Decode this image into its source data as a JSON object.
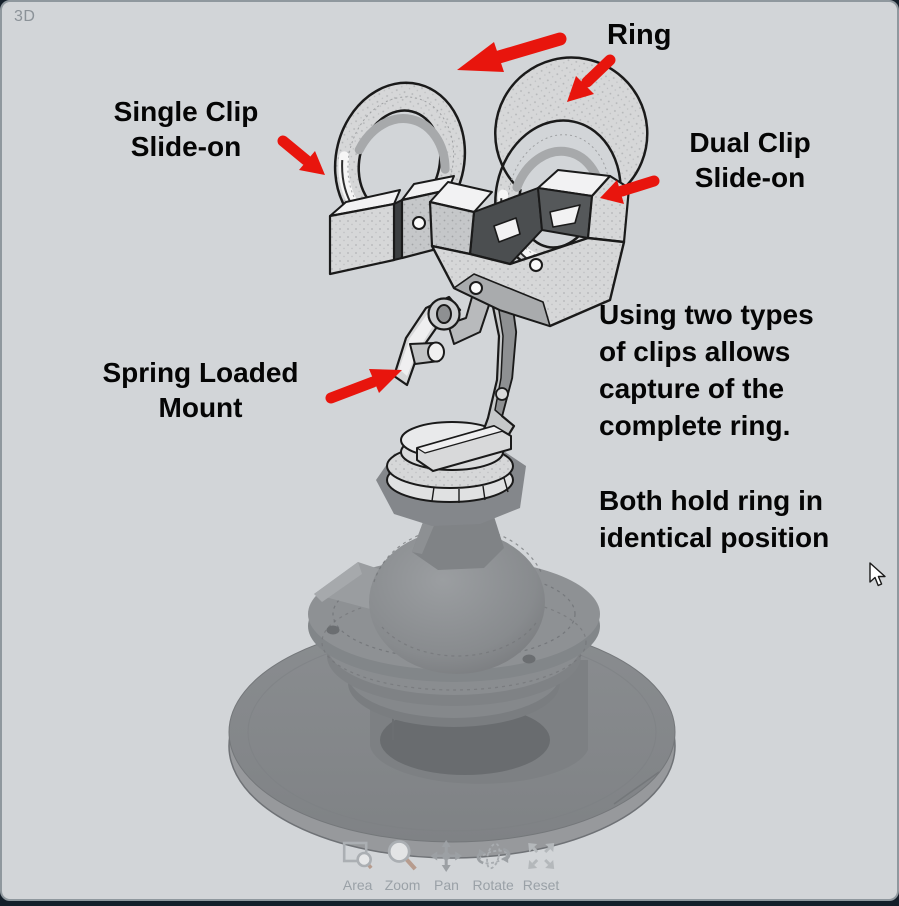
{
  "window": {
    "view_label": "3D"
  },
  "annotations": {
    "ring_label": "Ring",
    "single_clip": "Single Clip\nSlide-on",
    "dual_clip": "Dual Clip\nSlide-on",
    "spring_mount": "Spring Loaded\nMount",
    "note_paragraph1": "Using two types\nof clips allows\ncapture of the\ncomplete ring.",
    "note_paragraph2": "Both hold ring in\nidentical position"
  },
  "toolbar": {
    "items": [
      {
        "label": "Area",
        "icon": "area-select-icon"
      },
      {
        "label": "Zoom",
        "icon": "zoom-icon"
      },
      {
        "label": "Pan",
        "icon": "pan-icon"
      },
      {
        "label": "Rotate",
        "icon": "rotate-icon"
      },
      {
        "label": "Reset",
        "icon": "reset-icon"
      }
    ]
  },
  "colors": {
    "viewport_background": "#d2d5d8",
    "frame_border": "#8f989e",
    "annotation_text": "#050505",
    "arrow_red": "#e8150d",
    "toolbar_label": "#9aa1a7",
    "view_label": "#8b9298",
    "model_dark_gray": "#85888b",
    "model_light_gray": "#d6d7d8",
    "bottom_strip": "#141f2a"
  }
}
